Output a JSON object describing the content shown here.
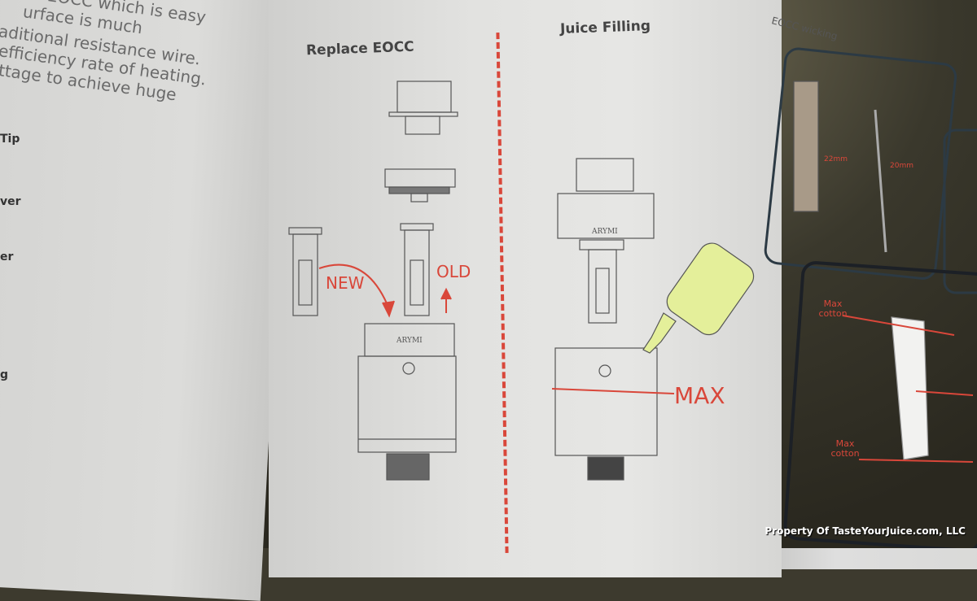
{
  "left_page": {
    "lines": [
      "EOCC which is easy",
      "urface is much",
      "aditional resistance wire.",
      "efficiency rate of heating.",
      "ttage to achieve huge"
    ],
    "labels": [
      "Tip",
      "ver",
      "er",
      "g"
    ]
  },
  "replace": {
    "title": "Replace EOCC",
    "new": "NEW",
    "old": "OLD",
    "brand": "ARYMI"
  },
  "filling": {
    "title": "Juice Filling",
    "brand": "ARYMI",
    "max": "MAX"
  },
  "wicking": {
    "title": "EOCC wicking",
    "dim1": "22mm",
    "dim2": "20mm",
    "max_top": "Max cotton",
    "max_bottom": "Max cotton"
  },
  "watermark": "Property Of TasteYourJuice.com, LLC",
  "colors": {
    "accent": "#d9473a",
    "bottle": "#e4ef9a"
  }
}
